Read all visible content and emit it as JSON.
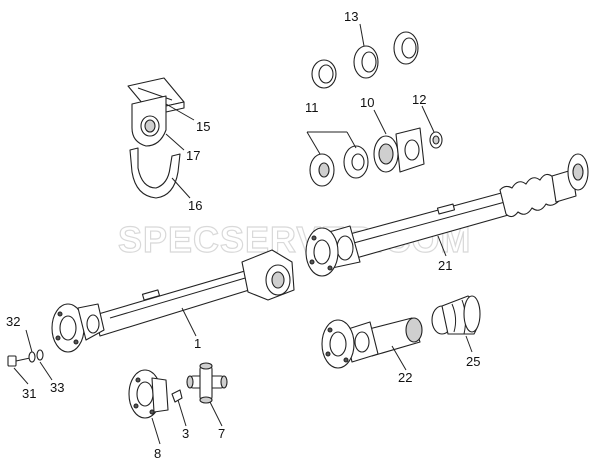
{
  "watermark": "SPECSERVER.COM",
  "callouts": [
    {
      "id": "c1",
      "text": "1"
    },
    {
      "id": "c3",
      "text": "3"
    },
    {
      "id": "c7",
      "text": "7"
    },
    {
      "id": "c8",
      "text": "8"
    },
    {
      "id": "c10",
      "text": "10"
    },
    {
      "id": "c11",
      "text": "11"
    },
    {
      "id": "c12",
      "text": "12"
    },
    {
      "id": "c13",
      "text": "13"
    },
    {
      "id": "c15",
      "text": "15"
    },
    {
      "id": "c16",
      "text": "16"
    },
    {
      "id": "c17",
      "text": "17"
    },
    {
      "id": "c21",
      "text": "21"
    },
    {
      "id": "c22",
      "text": "22"
    },
    {
      "id": "c25",
      "text": "25"
    },
    {
      "id": "c31",
      "text": "31"
    },
    {
      "id": "c32",
      "text": "32"
    },
    {
      "id": "c33",
      "text": "33"
    }
  ]
}
